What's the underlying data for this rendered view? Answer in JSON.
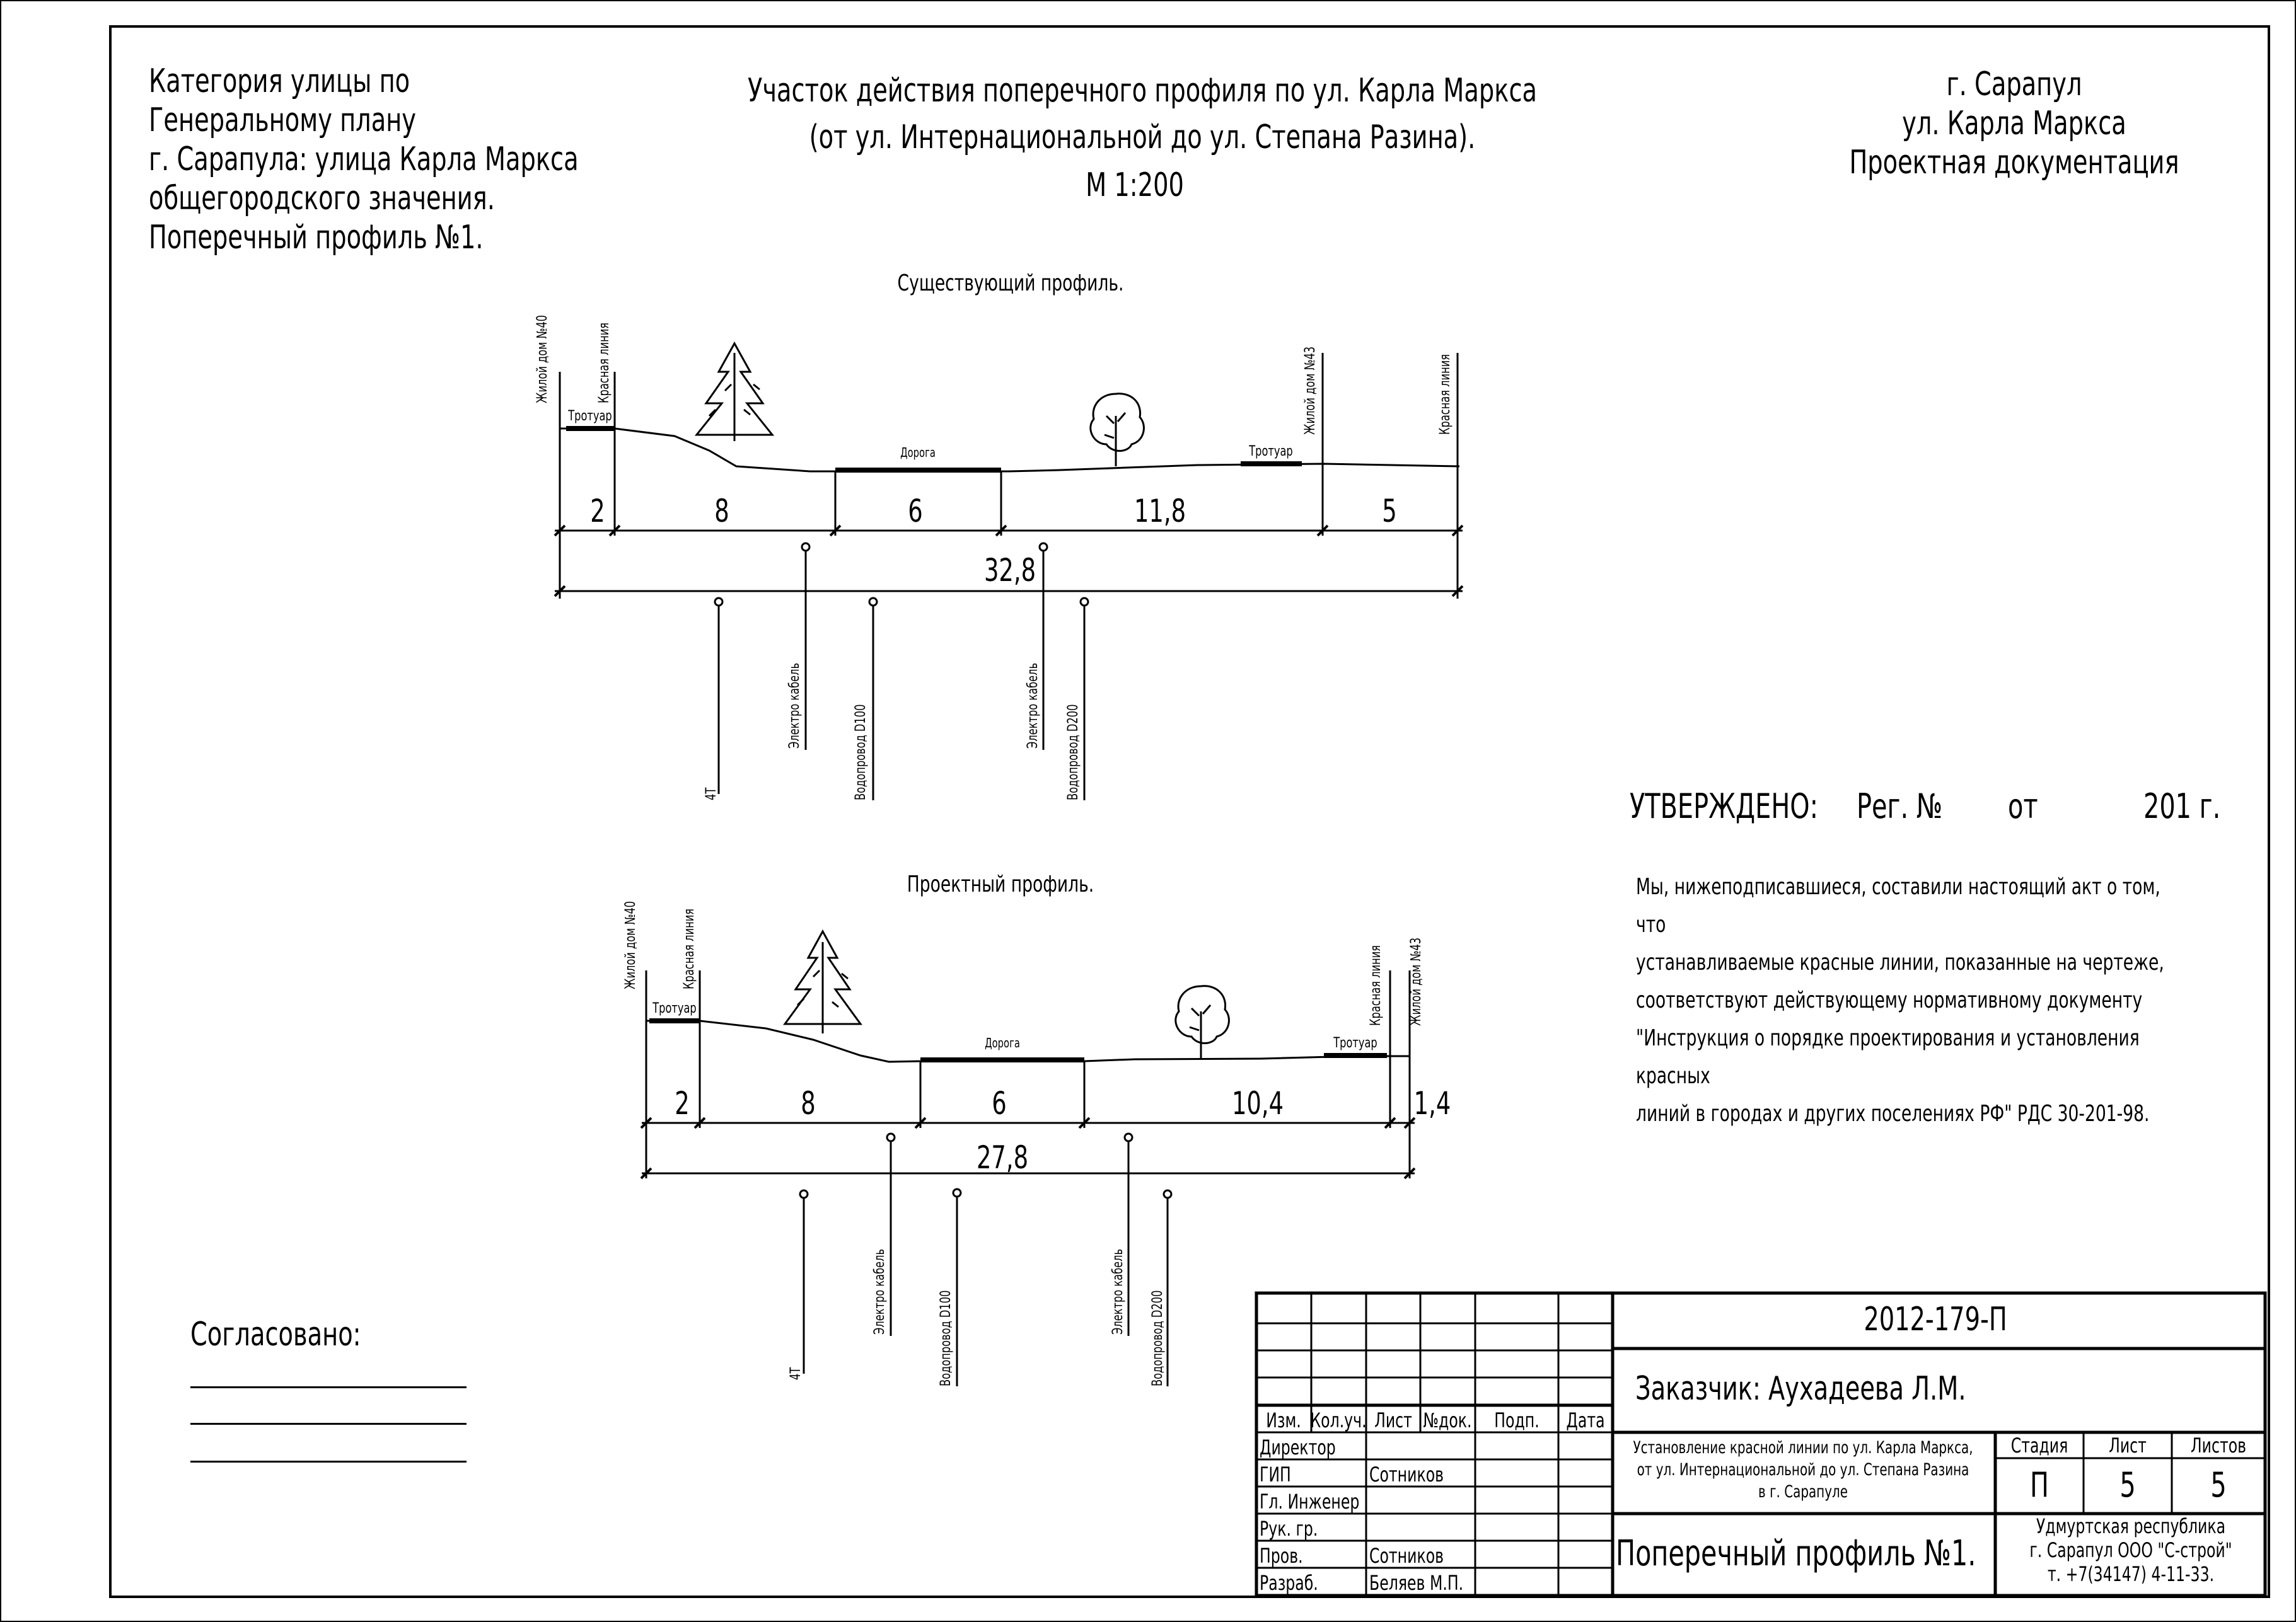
{
  "header": {
    "category_lines": [
      "Категория улицы по",
      "Генеральному плану",
      "г. Сарапула: улица Карла Маркса",
      "общегородского значения.",
      "Поперечный профиль №1."
    ],
    "title_line1": "Участок действия поперечного профиля по ул. Карла Маркса",
    "title_line2": "(от ул. Интернациональной до ул. Степана Разина).",
    "scale": "М 1:200",
    "city_lines": [
      "г. Сарапул",
      "ул. Карла Маркса",
      "Проектная документация"
    ]
  },
  "existing_profile": {
    "title": "Существующий профиль.",
    "labels": {
      "house_left": "Жилой дом №40",
      "red_line_left": "Красная линия",
      "house_right": "Жилой дом №43",
      "red_line_right": "Красная линия",
      "sidewalk_left": "Тротуар",
      "road": "Дорога",
      "sidewalk_right": "Тротуар"
    },
    "segments": [
      "2",
      "8",
      "6",
      "11,8",
      "5"
    ],
    "total": "32,8",
    "utilities": [
      "4Т",
      "Электро кабель",
      "Водопровод D100",
      "Электро кабель",
      "Водопровод D200"
    ]
  },
  "project_profile": {
    "title": "Проектный профиль.",
    "labels": {
      "house_left": "Жилой дом №40",
      "red_line_left": "Красная линия",
      "red_line_right": "Красная линия",
      "house_right": "Жилой дом №43",
      "sidewalk_left": "Тротуар",
      "road": "Дорога",
      "sidewalk_right": "Тротуар"
    },
    "segments": [
      "2",
      "8",
      "6",
      "10,4",
      "1,4"
    ],
    "total": "27,8",
    "utilities": [
      "4Т",
      "Электро кабель",
      "Водопровод D100",
      "Электро кабель",
      "Водопровод D200"
    ]
  },
  "approval": {
    "label": "УТВЕРЖДЕНО:",
    "reg": "Рег. №",
    "from": "от",
    "year": "201  г.",
    "text_lines": [
      "Мы, нижеподписавшиеся, составили настоящий акт о том, что",
      "устанавливаемые красные линии, показанные на чертеже,",
      "соответствуют действующему нормативному документу",
      "\"Инструкция о порядке проектирования и установления красных",
      "линий в городах и других поселениях РФ\" РДС 30-201-98."
    ]
  },
  "agreed": {
    "label": "Согласовано:"
  },
  "title_block": {
    "code": "2012-179-П",
    "customer": "Заказчик: Ауxадеева Л.М.",
    "columns": [
      "Изм.",
      "Кол.уч.",
      "Лист",
      "№док.",
      "Подп.",
      "Дата"
    ],
    "roles": [
      "Директор",
      "ГИП",
      "Гл. Инженер",
      "Рук. гр.",
      "Пров.",
      "Разраб."
    ],
    "names": [
      "",
      "Сотников",
      "",
      "",
      "Сотников",
      "Беляев М.П."
    ],
    "project_desc": [
      "Установление красной линии по ул. Карла Маркса,",
      "от ул. Интернациональной до ул. Степана Разина",
      "в г. Сарапуле"
    ],
    "stage_label": "Стадия",
    "sheet_label": "Лист",
    "sheets_label": "Листов",
    "stage": "П",
    "sheet": "5",
    "sheets": "5",
    "drawing_title": "Поперечный профиль №1.",
    "org_lines": [
      "Удмуртская республика",
      "г. Сарапул ООО \"С-строй\"",
      "т. +7(34147) 4-11-33."
    ]
  }
}
